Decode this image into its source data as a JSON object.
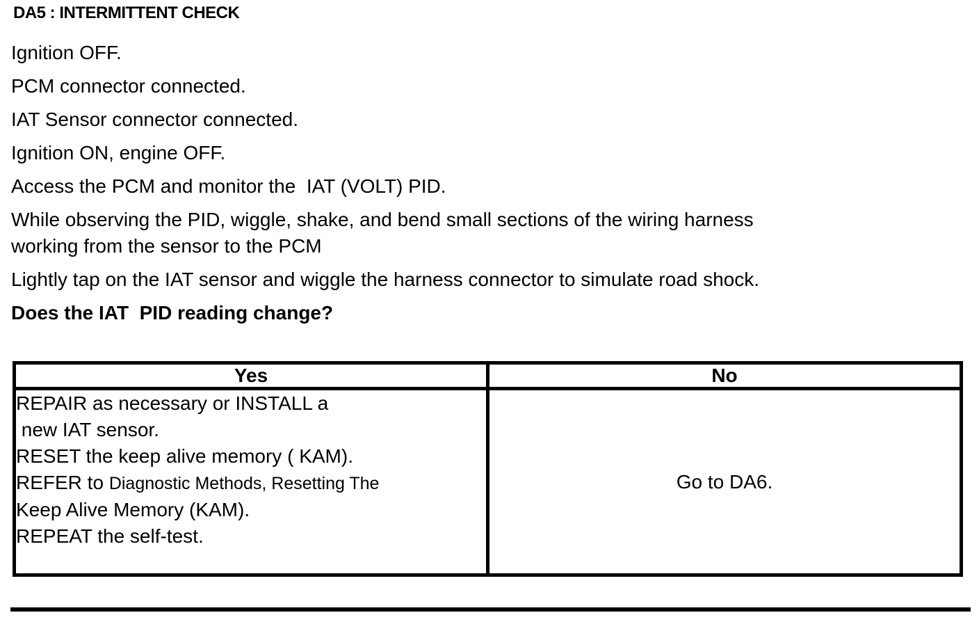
{
  "colors": {
    "text": "#000000",
    "background": "#ffffff"
  },
  "document": {
    "title": "DA5 : INTERMITTENT CHECK",
    "steps": [
      "Ignition OFF.",
      "PCM connector connected.",
      "IAT Sensor connector connected.",
      "Ignition ON, engine OFF.",
      "Access the PCM and monitor the  IAT (VOLT) PID.",
      "While observing the PID, wiggle, shake, and bend small sections of the wiring harness\nworking from the sensor to the PCM",
      "Lightly tap on the IAT sensor and wiggle the harness connector to simulate road shock."
    ],
    "question": "Does the IAT  PID reading change?",
    "result_table": {
      "yes_header": "Yes",
      "no_header": "No",
      "yes_lines_head": [
        "REPAIR as necessary or INSTALL a",
        " new IAT sensor.",
        "RESET the keep alive memory ( KAM)."
      ],
      "refer_line": {
        "prefix": "REFER to ",
        "reference": "Diagnostic Methods, Resetting The"
      },
      "yes_lines_tail": [
        "Keep Alive Memory (KAM).",
        "REPEAT the self-test."
      ],
      "no_action": "Go to DA6."
    }
  }
}
